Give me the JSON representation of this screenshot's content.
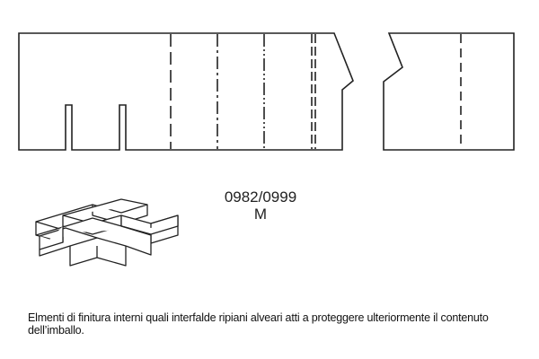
{
  "drawing": {
    "code": "0982/0999",
    "size": "M",
    "line_color": "#222222"
  },
  "description": {
    "text": "Elmenti di finitura interni quali interfalde ripiani alveari atti a proteggere ulteriormente il contenuto dell’imballo."
  }
}
